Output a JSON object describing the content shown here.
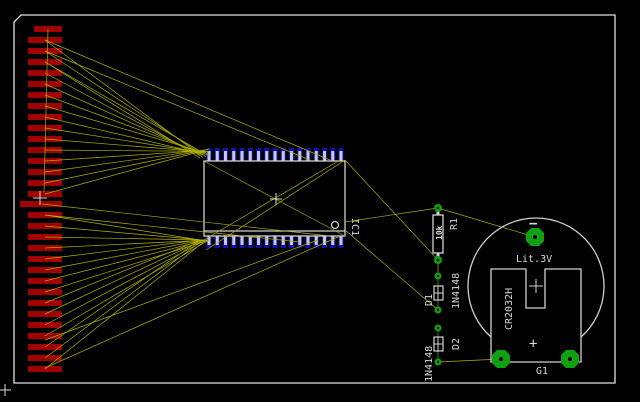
{
  "colors": {
    "background": "#000000",
    "outline": "#e0e0e0",
    "top_pad": "#a00000",
    "bottom_pad": "#1010b0",
    "pin": "#c8c8e0",
    "silk": "#d8d8d8",
    "airwire": "#b0b000",
    "via_pad": "#10a010"
  },
  "components": {
    "ic": {
      "name": "IC1",
      "pins_per_side": 17
    },
    "connector": {
      "pads_top_group": 16,
      "pads_bottom_group": 15
    },
    "r1": {
      "name": "R1",
      "value": "10k"
    },
    "d1": {
      "name": "D1",
      "value": "1N4148"
    },
    "d2": {
      "name": "D2",
      "value": "1N4148"
    },
    "battery": {
      "name": "G1",
      "value": "CR2032H",
      "label": "Lit.3V",
      "minus": "−",
      "plus": "+"
    }
  }
}
